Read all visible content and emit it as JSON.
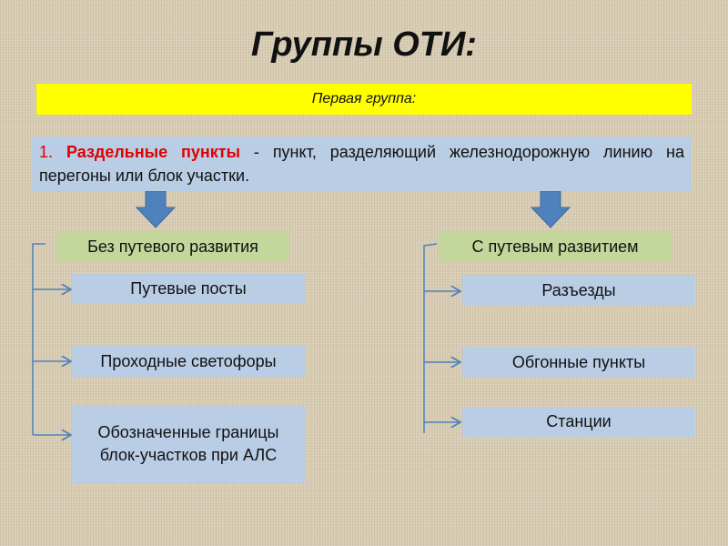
{
  "title": "Группы ОТИ:",
  "group_banner": "Первая группа:",
  "definition": {
    "number": "1.",
    "term": "Раздельные пункты",
    "text": " - пункт, разделяющий железнодорожную линию на перегоны или блок участки."
  },
  "left_branch": {
    "heading": "Без путевого развития",
    "items": [
      "Путевые посты",
      "Проходные светофоры",
      "Обозначенные границы блок-участков при АЛС"
    ]
  },
  "right_branch": {
    "heading": "С путевым развитием",
    "items": [
      "Разъезды",
      "Обгонные пункты",
      "Станции"
    ]
  },
  "colors": {
    "banner": "#ffff00",
    "box_blue": "#b9cde5",
    "box_green": "#c3d69b",
    "term_red": "#e00000",
    "arrow": "#4f81bd"
  }
}
